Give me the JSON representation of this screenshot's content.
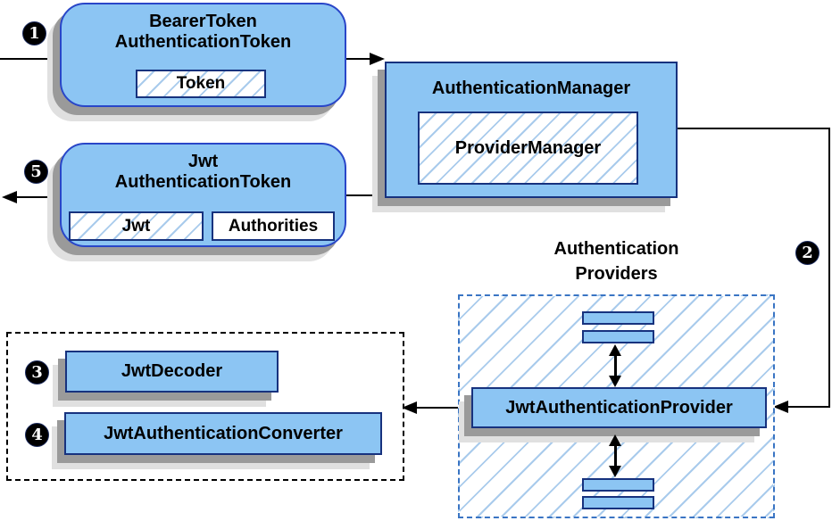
{
  "colors": {
    "node_fill": "#8CC5F3",
    "rounded_node_border": "#2946C8",
    "rect_node_border": "#17327E",
    "hatch_line": "#A9CBEC",
    "providers_dashed_border": "#3A75C4",
    "black_dashed_border": "#000000",
    "shadow_dark": "#9A9A9A",
    "shadow_light": "#E0E0E0",
    "connector": "#000000"
  },
  "nodes": {
    "bearer_token": {
      "title_line1": "BearerToken",
      "title_line2": "AuthenticationToken",
      "chip_token": "Token"
    },
    "authentication_manager": {
      "title": "AuthenticationManager",
      "chip_provider_manager": "ProviderManager"
    },
    "jwt_authentication_token": {
      "title_line1": "Jwt",
      "title_line2": "AuthenticationToken",
      "chip_jwt": "Jwt",
      "chip_authorities": "Authorities"
    },
    "providers_group": {
      "label_line1": "Authentication",
      "label_line2": "Providers"
    },
    "jwt_authentication_provider": {
      "title": "JwtAuthenticationProvider"
    },
    "jwt_decoder": {
      "title": "JwtDecoder"
    },
    "jwt_authentication_converter": {
      "title": "JwtAuthenticationConverter"
    }
  },
  "steps": {
    "s1": "1",
    "s2": "2",
    "s3": "3",
    "s4": "4",
    "s5": "5"
  }
}
